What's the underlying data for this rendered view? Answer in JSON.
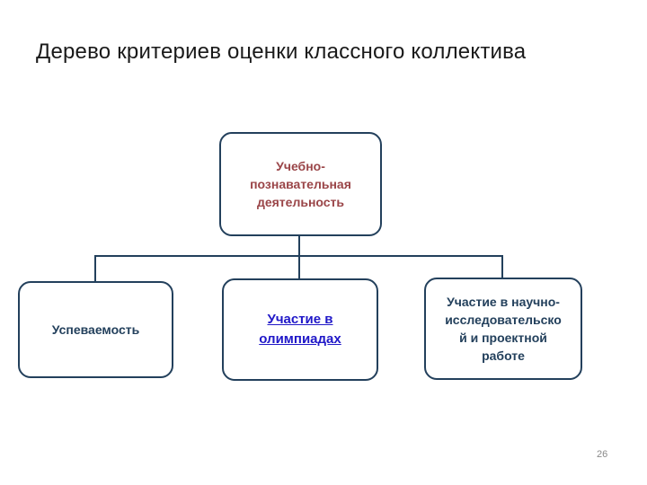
{
  "slide": {
    "title": "Дерево критериев оценки классного коллектива",
    "page_number": "26"
  },
  "tree": {
    "root": {
      "label": "Учебно-\nпознавательная\nдеятельность"
    },
    "children": [
      {
        "label": "Успеваемость"
      },
      {
        "label": "Участие в\nолимпиадах"
      },
      {
        "label": "Участие в научно-\nисследовательско\nй и проектной\nработе"
      }
    ]
  },
  "colors": {
    "background": "#ffffff",
    "title_text": "#1a1a1a",
    "box_border": "#23405c",
    "connector": "#23405c",
    "root_text": "#9a4548",
    "child_text": "#23405c",
    "hyperlink_text": "#2018c8",
    "page_number_text": "#8a8a8a"
  }
}
